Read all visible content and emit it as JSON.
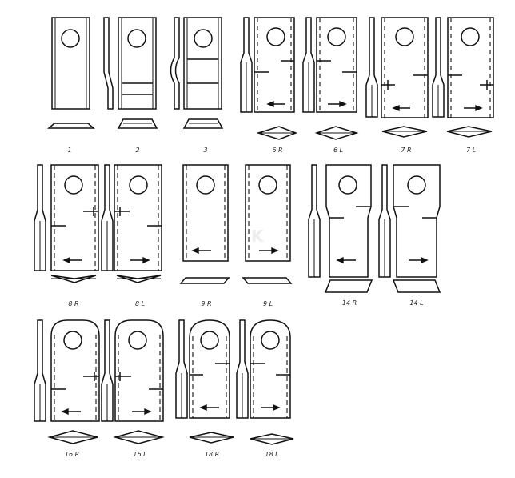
{
  "labels": {
    "b1": "1",
    "b2": "2",
    "b3": "3",
    "b6r": "6 R",
    "b6l": "6 L",
    "b7r": "7 R",
    "b7l": "7 L",
    "b8r": "8 R",
    "b8l": "8 L",
    "b9r": "9 R",
    "b9l": "9 L",
    "b14r": "14 R",
    "b14l": "14 L",
    "b16r": "16 R",
    "b16l": "16 L",
    "b18r": "18 R",
    "b18l": "18 L"
  },
  "watermark": "K"
}
